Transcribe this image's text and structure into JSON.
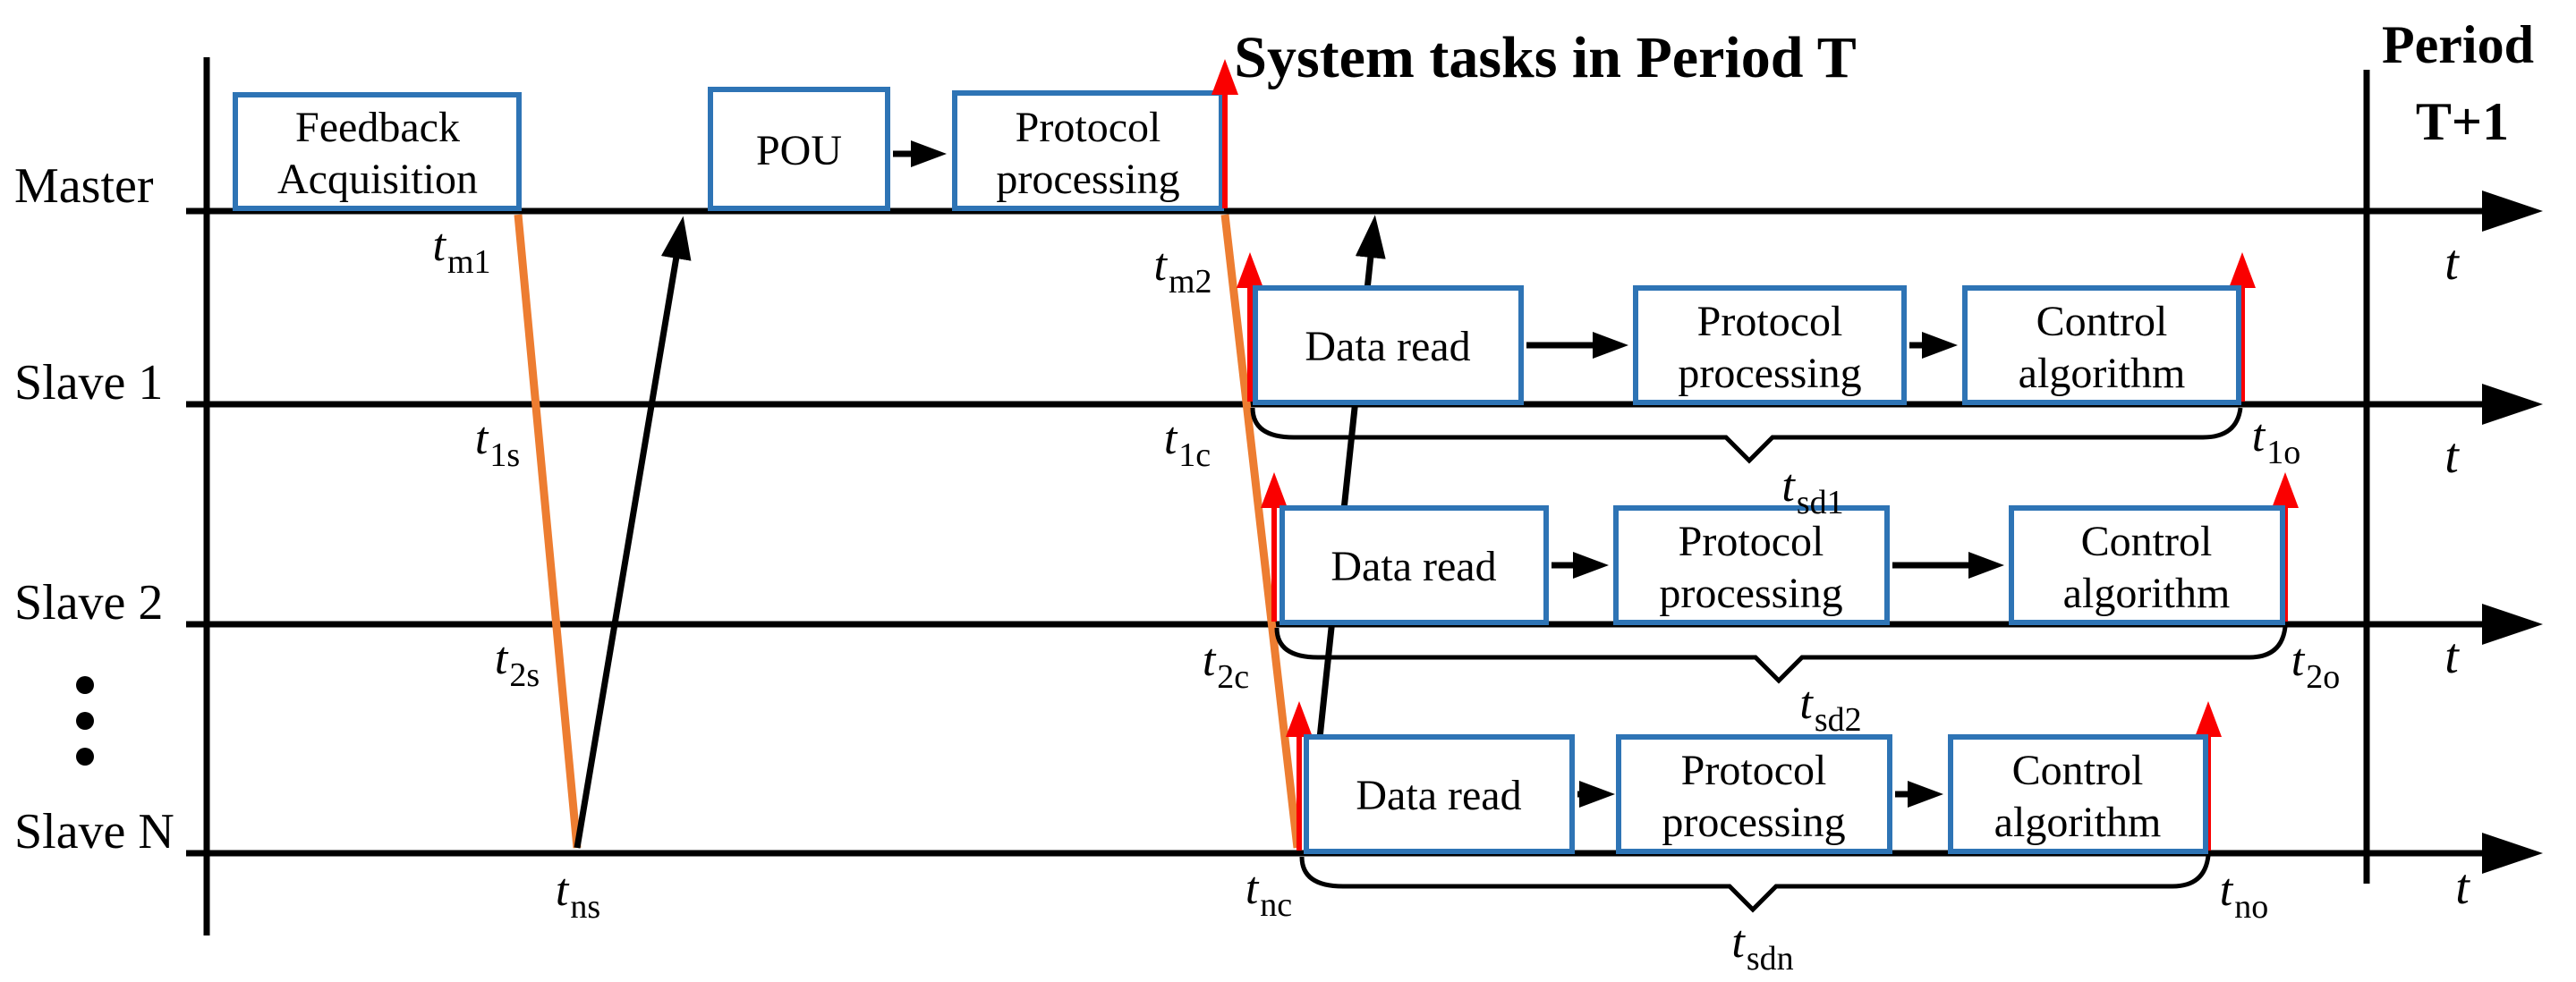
{
  "title": "System tasks in Period T",
  "next_period": {
    "line1": "Period",
    "line2": "T+1"
  },
  "axis": {
    "time_label": "t"
  },
  "rows": {
    "master": {
      "label": "Master"
    },
    "slave1": {
      "label": "Slave 1"
    },
    "slave2": {
      "label": "Slave 2"
    },
    "slave_n": {
      "label": "Slave N"
    }
  },
  "tasks": {
    "feedback_acquisition": {
      "line1": "Feedback",
      "line2": "Acquisition"
    },
    "pou": "POU",
    "protocol_processing": {
      "line1": "Protocol",
      "line2": "processing"
    },
    "data_read": "Data read",
    "control_algorithm": {
      "line1": "Control",
      "line2": "algorithm"
    }
  },
  "time_labels": {
    "tm1": {
      "base": "t",
      "sub": "m1"
    },
    "t1s": {
      "base": "t",
      "sub": "1s"
    },
    "t2s": {
      "base": "t",
      "sub": "2s"
    },
    "tns": {
      "base": "t",
      "sub": "ns"
    },
    "tm2": {
      "base": "t",
      "sub": "m2"
    },
    "t1c": {
      "base": "t",
      "sub": "1c"
    },
    "t2c": {
      "base": "t",
      "sub": "2c"
    },
    "tnc": {
      "base": "t",
      "sub": "nc"
    },
    "t1o": {
      "base": "t",
      "sub": "1o"
    },
    "t2o": {
      "base": "t",
      "sub": "2o"
    },
    "tno": {
      "base": "t",
      "sub": "no"
    },
    "tsd1": {
      "base": "t",
      "sub": "sd1"
    },
    "tsd2": {
      "base": "t",
      "sub": "sd2"
    },
    "tsdn": {
      "base": "t",
      "sub": "sdn"
    }
  },
  "colors": {
    "task_box_border": "#2e74b5",
    "downlink_line": "#ed7d31",
    "event_arrow": "#fa0000",
    "axis_line": "#000000"
  }
}
